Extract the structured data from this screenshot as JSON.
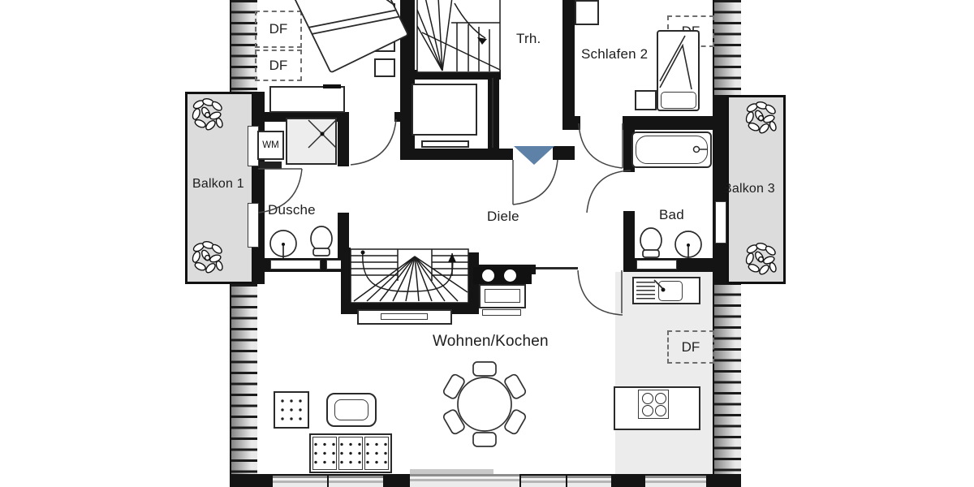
{
  "floorplan": {
    "rooms": [
      {
        "id": "schlafen2",
        "label": "Schlafen 2"
      },
      {
        "id": "trh",
        "label": "Trh."
      },
      {
        "id": "diele",
        "label": "Diele"
      },
      {
        "id": "dusche",
        "label": "Dusche"
      },
      {
        "id": "bad",
        "label": "Bad"
      },
      {
        "id": "wohnen_kochen",
        "label": "Wohnen/Kochen"
      },
      {
        "id": "balkon1",
        "label": "Balkon 1"
      },
      {
        "id": "balkon3",
        "label": "Balkon 3"
      }
    ],
    "annotations": {
      "roof_window": "DF",
      "washing_machine": "WM"
    },
    "icons": {
      "entrance_arrow": "triangle-down",
      "plant": "leaf-cluster",
      "stairs": "radiating-treads",
      "shower": "square-with-cross",
      "bathtub": "rounded-tub",
      "toilet": "oval-bowl",
      "sink": "round-basin",
      "stove": "four-burner-cooktop",
      "dining_table": "round-table-six-chairs"
    },
    "colors": {
      "wall": "#141414",
      "background": "#ffffff",
      "balcony_floor": "#dcdcdc",
      "kitchen_floor": "#ececec",
      "shower_floor": "#ededed",
      "window_glass": "#c9c9c9",
      "entrance_arrow": "#5d81a7",
      "line": "#2a2a2a"
    }
  }
}
